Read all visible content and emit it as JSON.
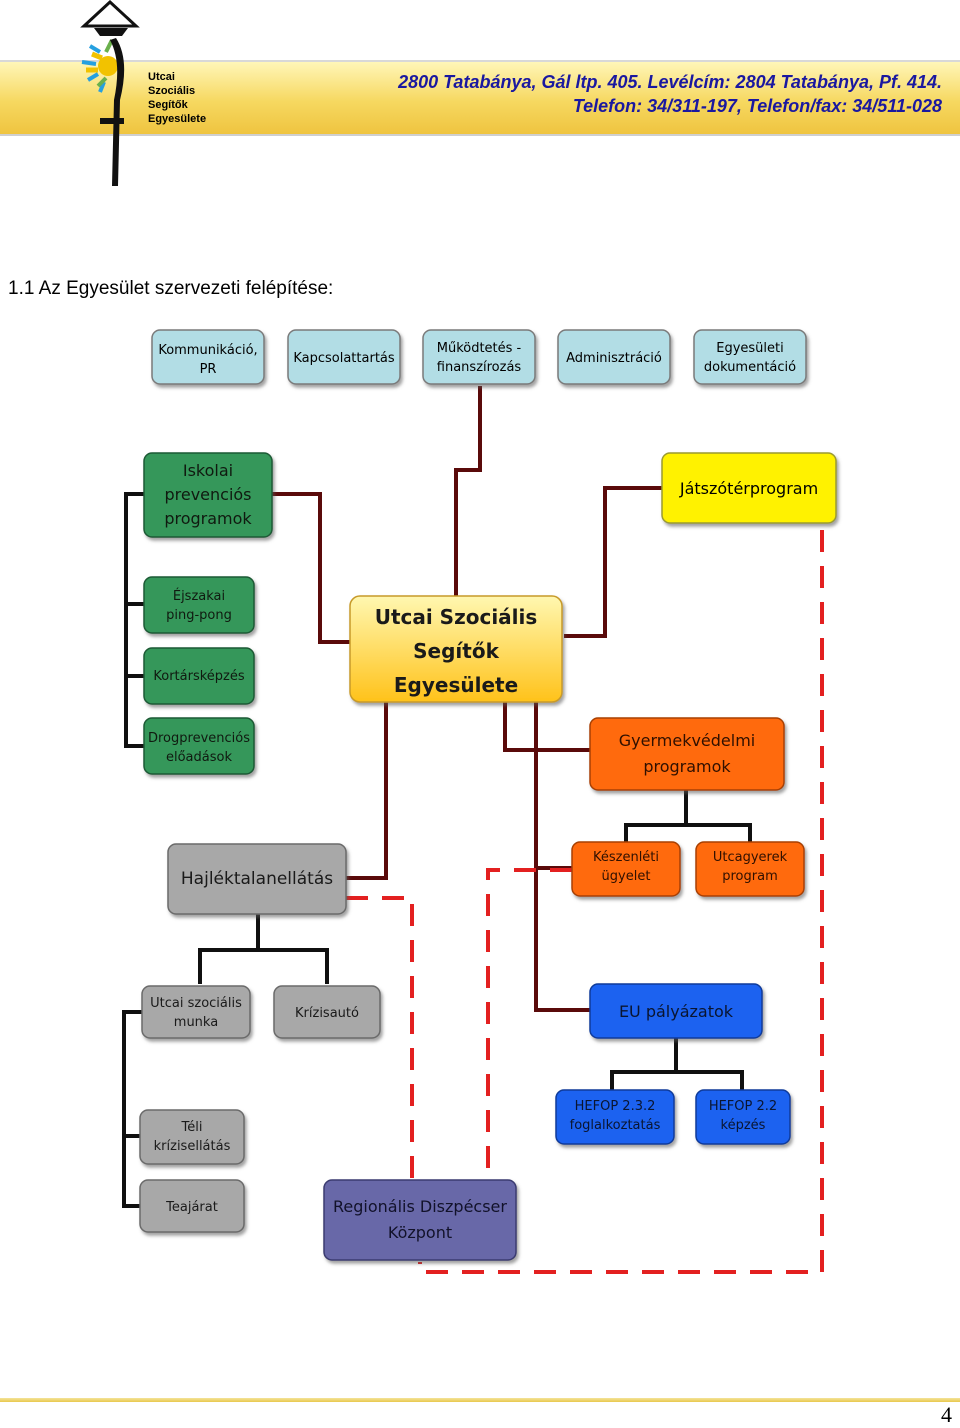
{
  "header": {
    "org_lines": [
      "Utcai",
      "Szociális",
      "Segítők",
      "Egyesülete"
    ],
    "contact_line1": "2800 Tatabánya, Gál ltp. 405. Levélcím: 2804 Tatabánya, Pf. 414.",
    "contact_line2": "Telefon: 34/311-197, Telefon/fax: 34/511-028",
    "band_color": "#f6d860",
    "contact_color": "#1a18a0"
  },
  "title": "1.1 Az Egyesület szervezeti felépítése:",
  "diagram": {
    "nodes": {
      "kommunikacio": [
        "Kommunikáció,",
        "PR"
      ],
      "kapcsolattartas": [
        "Kapcsolattartás"
      ],
      "mukodtetes": [
        "Működtetés -",
        "finanszírozás"
      ],
      "adminisztracio": [
        "Adminisztráció"
      ],
      "egyesuleti": [
        "Egyesületi",
        "dokumentáció"
      ],
      "iskolai": [
        "Iskolai",
        "prevenciós",
        "programok"
      ],
      "ejszakai": [
        "Éjszakai",
        "ping-pong"
      ],
      "kortars": [
        "Kortársképzés"
      ],
      "drog": [
        "Drogprevenciós",
        "előadások"
      ],
      "jatszoter": [
        "Játszótérprogram"
      ],
      "center": [
        "Utcai Szociális",
        "Segítők",
        "Egyesülete"
      ],
      "gyermek": [
        "Gyermekvédelmi",
        "programok"
      ],
      "keszenleti": [
        "Készenléti",
        "ügyelet"
      ],
      "utcagyerek": [
        "Utcagyerek",
        "program"
      ],
      "hajlek": [
        "Hajléktalanellátás"
      ],
      "utcai_szoc": [
        "Utcai szociális",
        "munka"
      ],
      "krizisauto": [
        "Krízisautó"
      ],
      "teli": [
        "Téli",
        "krízisellátás"
      ],
      "teajarat": [
        "Teajárat"
      ],
      "eu": [
        "EU pályázatok"
      ],
      "hefop1": [
        "HEFOP 2.3.2",
        "foglalkoztatás"
      ],
      "hefop2": [
        "HEFOP 2.2",
        "képzés"
      ],
      "regionalis": [
        "Regionális Diszpécser",
        "Központ"
      ]
    },
    "colors": {
      "light_blue": "#b2dde5",
      "green": "#35975a",
      "yellow": "#fff200",
      "center_yellow": "#ffd84a",
      "orange": "#ff6a10",
      "gray": "#a8a8a8",
      "blue": "#1f62f0",
      "slate": "#6868a8",
      "dark_red_line": "#5a0a0a",
      "dashed_red": "#e32020",
      "black_line": "#101010"
    }
  },
  "footer": {
    "page_number": "4"
  }
}
